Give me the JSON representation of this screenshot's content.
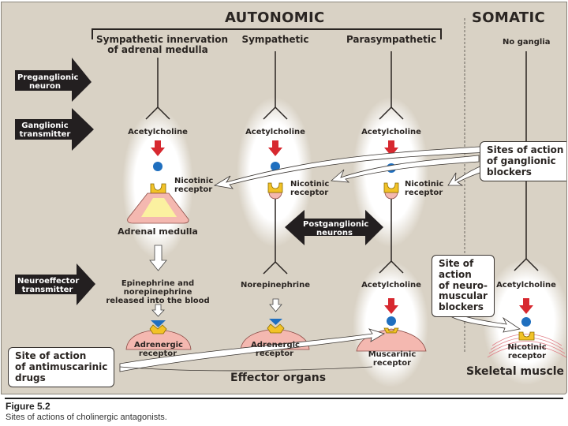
{
  "diagram": {
    "title_autonomic": "AUTONOMIC",
    "title_somatic": "SOMATIC",
    "columns": [
      {
        "key": "adrenal",
        "header": [
          "Sympathetic innervation",
          "of adrenal medulla"
        ]
      },
      {
        "key": "sympathetic",
        "header": [
          "Sympathetic"
        ]
      },
      {
        "key": "parasympathetic",
        "header": [
          "Parasympathetic"
        ]
      },
      {
        "key": "somatic",
        "header": [
          "No ganglia"
        ]
      }
    ],
    "row_labels": {
      "preganglionic": [
        "Preganglionic",
        "neuron"
      ],
      "ganglionic": [
        "Ganglionic",
        "transmitter"
      ],
      "neuroeffector": [
        "Neuroeffector",
        "transmitter"
      ]
    },
    "postganglionic": [
      "Postganglionic",
      "neurons"
    ],
    "ganglionic_transmitter": "Acetylcholine",
    "nicotinic_receptor": [
      "Nicotinic",
      "receptor"
    ],
    "adrenal_medulla": "Adrenal medulla",
    "epinephrine_release": [
      "Epinephrine and",
      "norepinephrine",
      "released into the blood"
    ],
    "norepinephrine": "Norepinephrine",
    "acetylcholine": "Acetylcholine",
    "adrenergic_receptor": [
      "Adrenergic",
      "receptor"
    ],
    "muscarinic_receptor": [
      "Muscarinic",
      "receptor"
    ],
    "effector_organs": "Effector organs",
    "skeletal_muscle": "Skeletal muscle",
    "callouts": {
      "ganglionic_blockers": [
        "Sites of action",
        "of ganglionic",
        "blockers"
      ],
      "antimuscarinic": [
        "Site of action",
        "of antimuscarinic",
        "drugs"
      ],
      "neuromuscular": [
        "Site of",
        "action",
        "of neuro-",
        "muscular",
        "blockers"
      ]
    },
    "colors": {
      "background": "#d9d2c5",
      "acetylcholine_arrow": "#d7282f",
      "neurotransmitter_dot": "#1f6fbf",
      "receptor": "#f2c227",
      "tissue": "#f4b8b0",
      "adrenal_core": "#fbf1a0"
    }
  },
  "caption": {
    "figure": "Figure 5.2",
    "text": "Sites of actions of cholinergic antagonists."
  }
}
